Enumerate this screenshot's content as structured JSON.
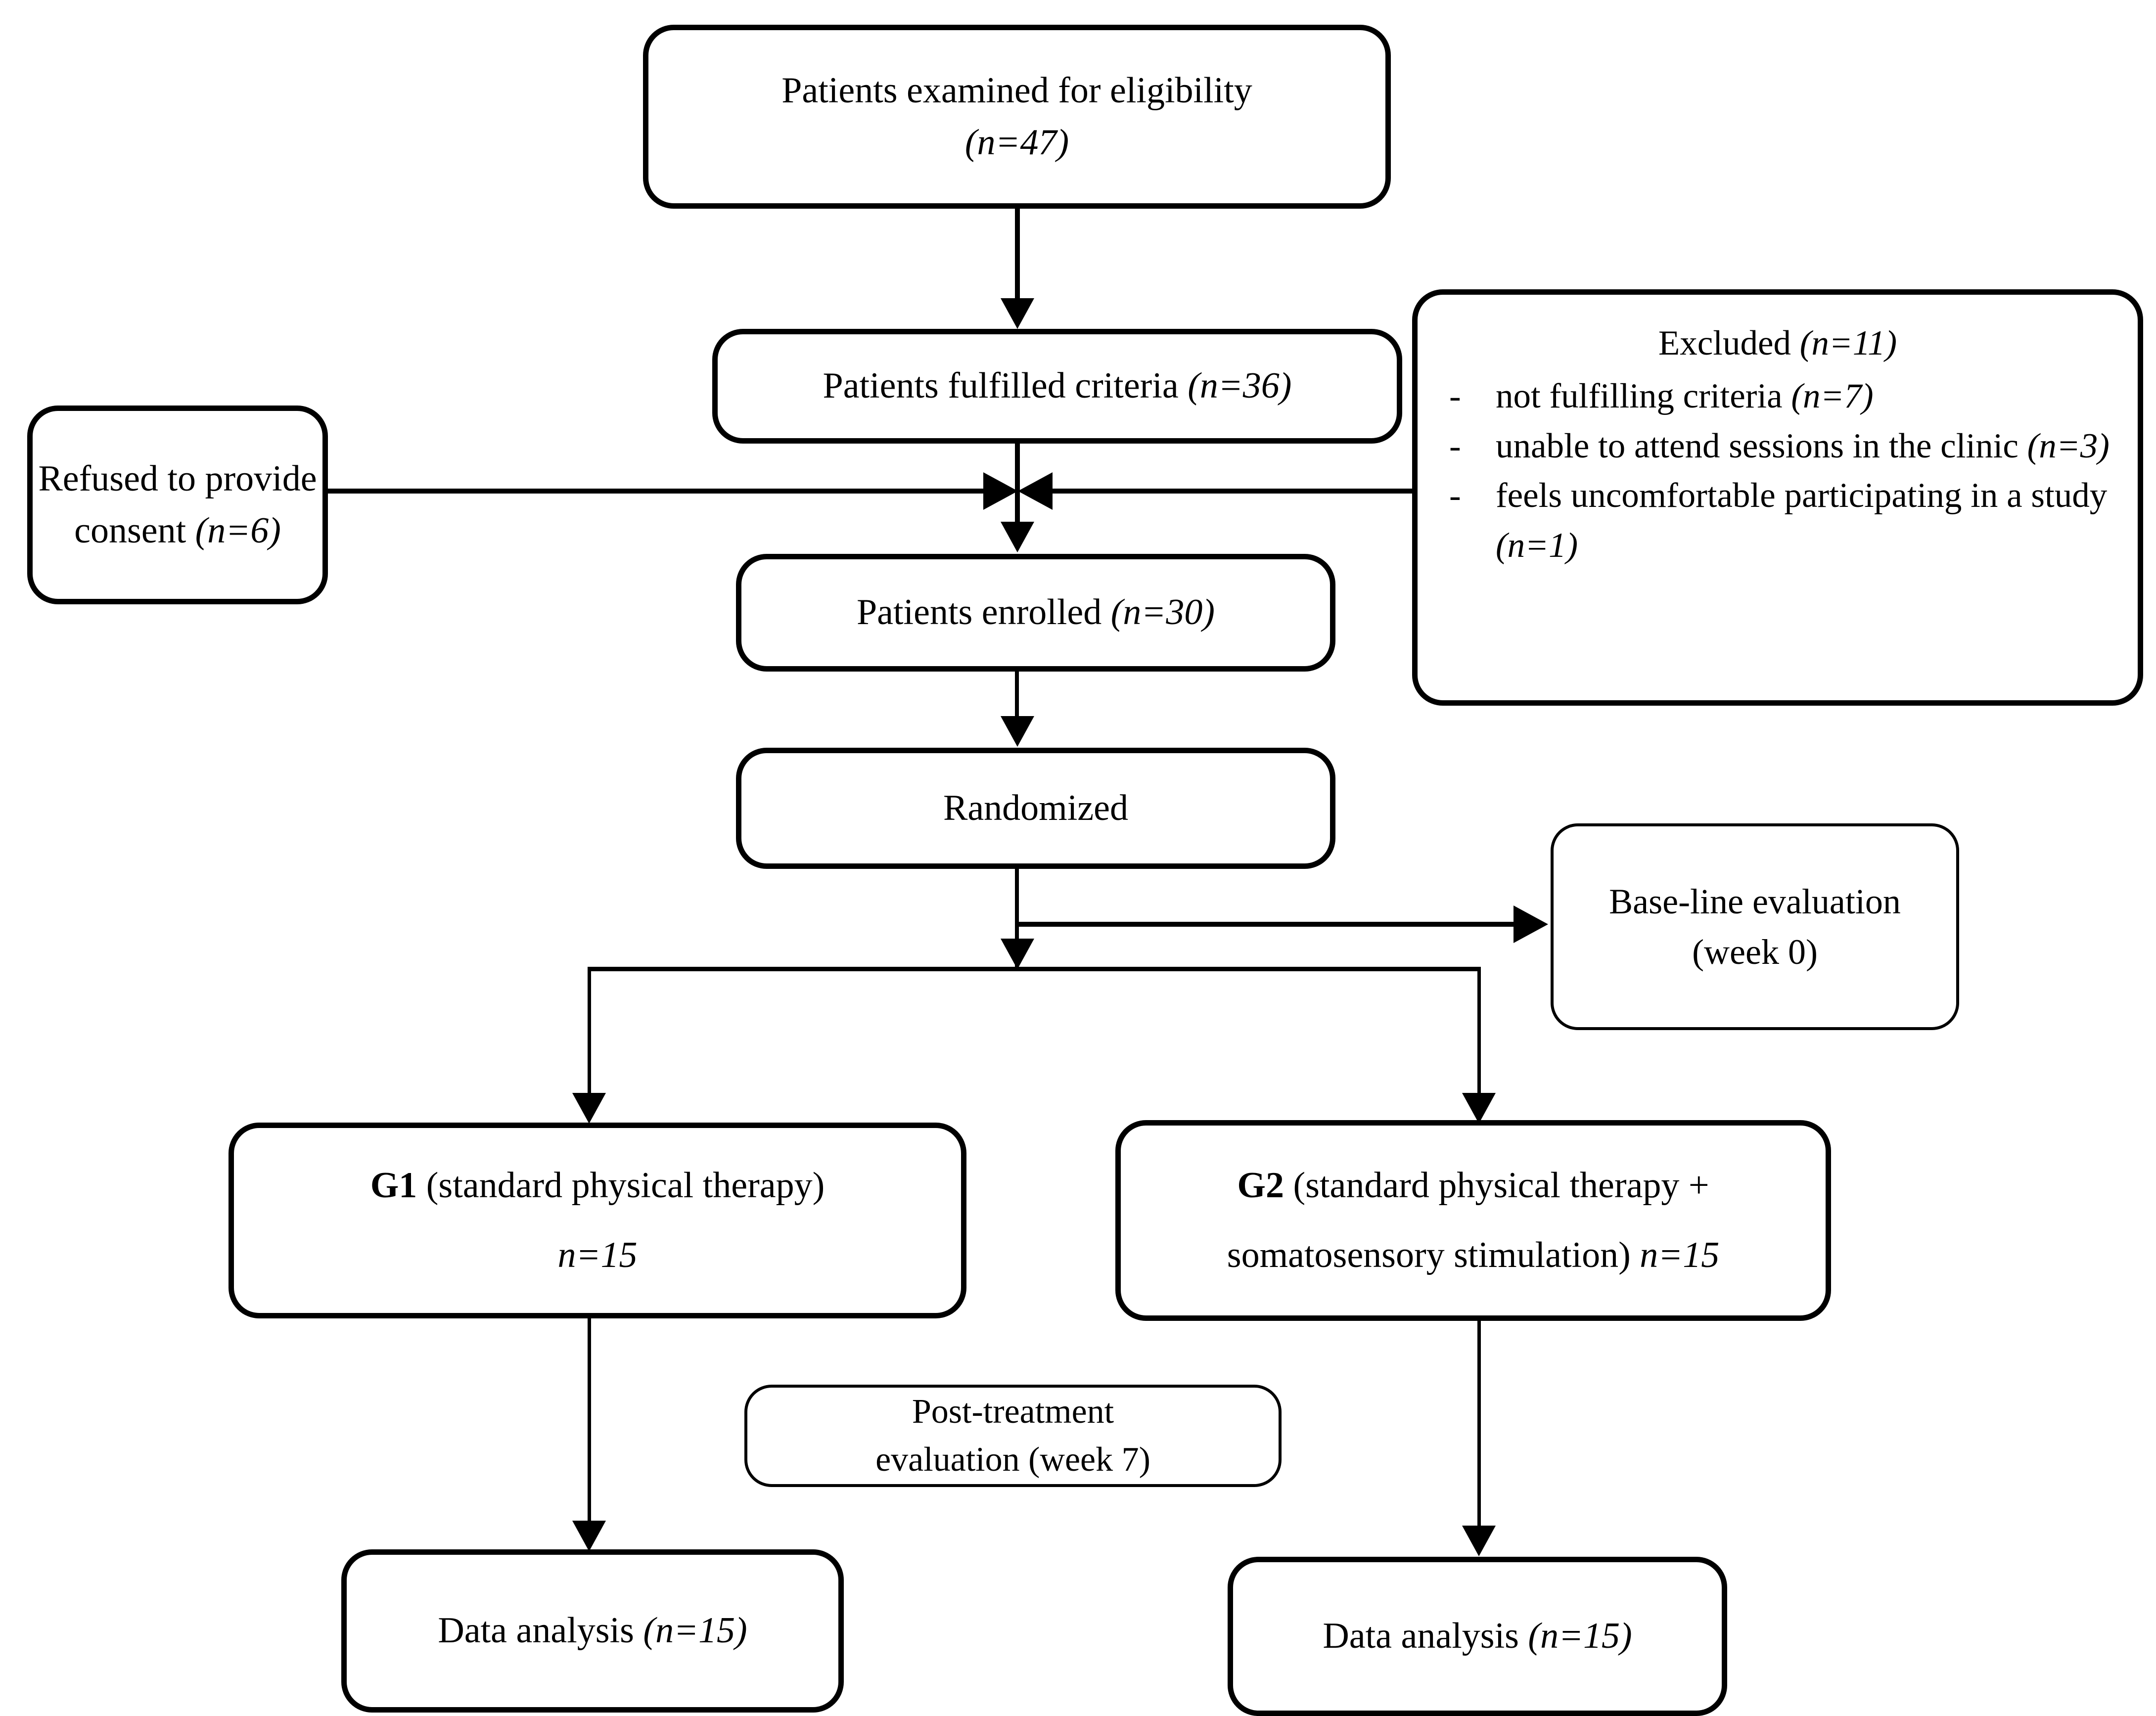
{
  "diagram": {
    "type": "CONSORT participant flow diagram",
    "nodes": {
      "eligibility": {
        "line1": "Patients examined for eligibility",
        "line2": "(n=47)"
      },
      "fulfilled_criteria": {
        "text": "Patients fulfilled criteria ",
        "n": "(n=36)"
      },
      "excluded": {
        "title": "Excluded ",
        "title_n": "(n=11)",
        "bullet_marker": "-",
        "items": [
          {
            "text": "not fulfilling criteria ",
            "n": "(n=7)"
          },
          {
            "text": "unable to attend sessions in the clinic ",
            "n": "(n=3)"
          },
          {
            "text": "feels uncomfortable participating in a study ",
            "n": "(n=1)"
          }
        ]
      },
      "refused_consent": {
        "line1": "Refused to provide",
        "line2": "consent ",
        "n": "(n=6)"
      },
      "enrolled": {
        "text": "Patients enrolled ",
        "n": "(n=30)"
      },
      "randomized": {
        "text": "Randomized"
      },
      "baseline_evaluation": {
        "line1": "Base-line evaluation",
        "line2": "(week 0)"
      },
      "group_g1": {
        "group": "G1",
        "desc": " (standard physical therapy)",
        "n": "n=15"
      },
      "group_g2": {
        "group": "G2",
        "desc_line1": " (standard physical therapy +",
        "desc_line2": "somatosensory stimulation) ",
        "n": "n=15"
      },
      "post_treatment_evaluation": {
        "line1": "Post-treatment",
        "line2": "evaluation (week 7)"
      },
      "data_analysis_left": {
        "text": "Data analysis ",
        "n": "(n=15)"
      },
      "data_analysis_right": {
        "text": "Data analysis ",
        "n": "(n=15)"
      }
    },
    "colors": {
      "stroke": "#000000",
      "background": "#ffffff",
      "text": "#000000"
    }
  }
}
